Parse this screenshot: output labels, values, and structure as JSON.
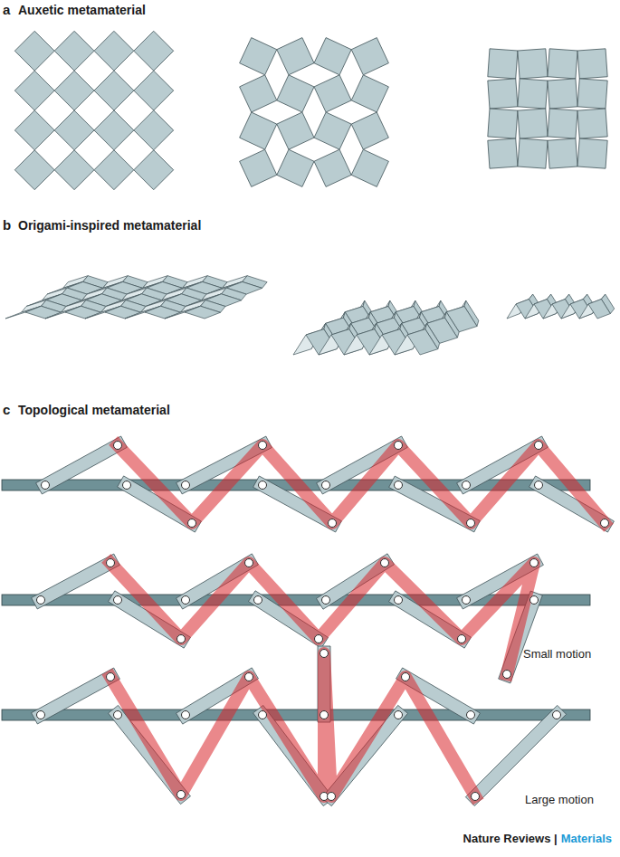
{
  "diagram": {
    "labels": [
      "a",
      "Auxetic metamaterial",
      "b",
      "Origami-inspired metamaterial",
      "c",
      "Topological metamaterial",
      "Small motion",
      "Large motion",
      "Nature Reviews |",
      "Materials"
    ]
  }
}
